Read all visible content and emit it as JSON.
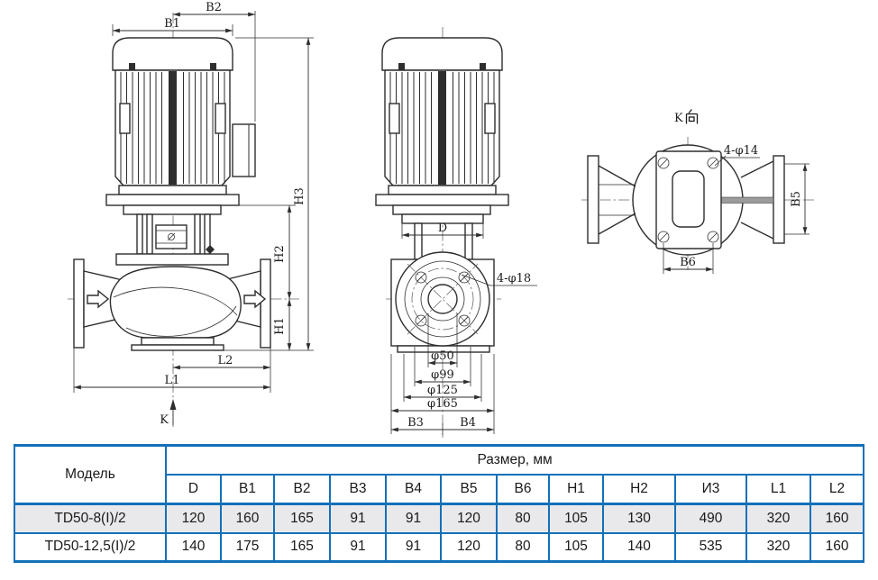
{
  "drawing": {
    "front_view": {
      "dim_b2": "B2",
      "dim_b1": "B1",
      "dim_h3": "H3",
      "dim_h2": "H2",
      "dim_h1": "H1",
      "dim_l2": "L2",
      "dim_l1": "L1",
      "view_arrow_label": "K"
    },
    "side_view": {
      "dim_d": "D",
      "bolt_holes_label": "4-φ18",
      "dia_bore": "φ50",
      "dia_hub": "φ99",
      "dia_bolt_circle": "φ125",
      "dia_flange": "φ165",
      "dim_b3": "B3",
      "dim_b4": "B4"
    },
    "k_view": {
      "view_title": "K向",
      "view_title_latin": "K",
      "bolt_holes_label": "4-φ14",
      "dim_b5": "B5",
      "dim_b6": "B6"
    }
  },
  "table": {
    "model_header": "Модель",
    "size_header": "Размер, мм",
    "columns": [
      "D",
      "B1",
      "B2",
      "B3",
      "B4",
      "B5",
      "B6",
      "H1",
      "H2",
      "И3",
      "L1",
      "L2"
    ],
    "rows": [
      {
        "model": "TD50-8(I)/2",
        "values": [
          "120",
          "160",
          "165",
          "91",
          "91",
          "120",
          "80",
          "105",
          "130",
          "490",
          "320",
          "160"
        ]
      },
      {
        "model": "TD50-12,5(I)/2",
        "values": [
          "140",
          "175",
          "165",
          "91",
          "91",
          "120",
          "80",
          "105",
          "140",
          "535",
          "320",
          "160"
        ]
      }
    ]
  },
  "colors": {
    "table_border": "#1470b8",
    "row_highlight": "#e9e9eb",
    "line_color": "#2e2e2e"
  }
}
